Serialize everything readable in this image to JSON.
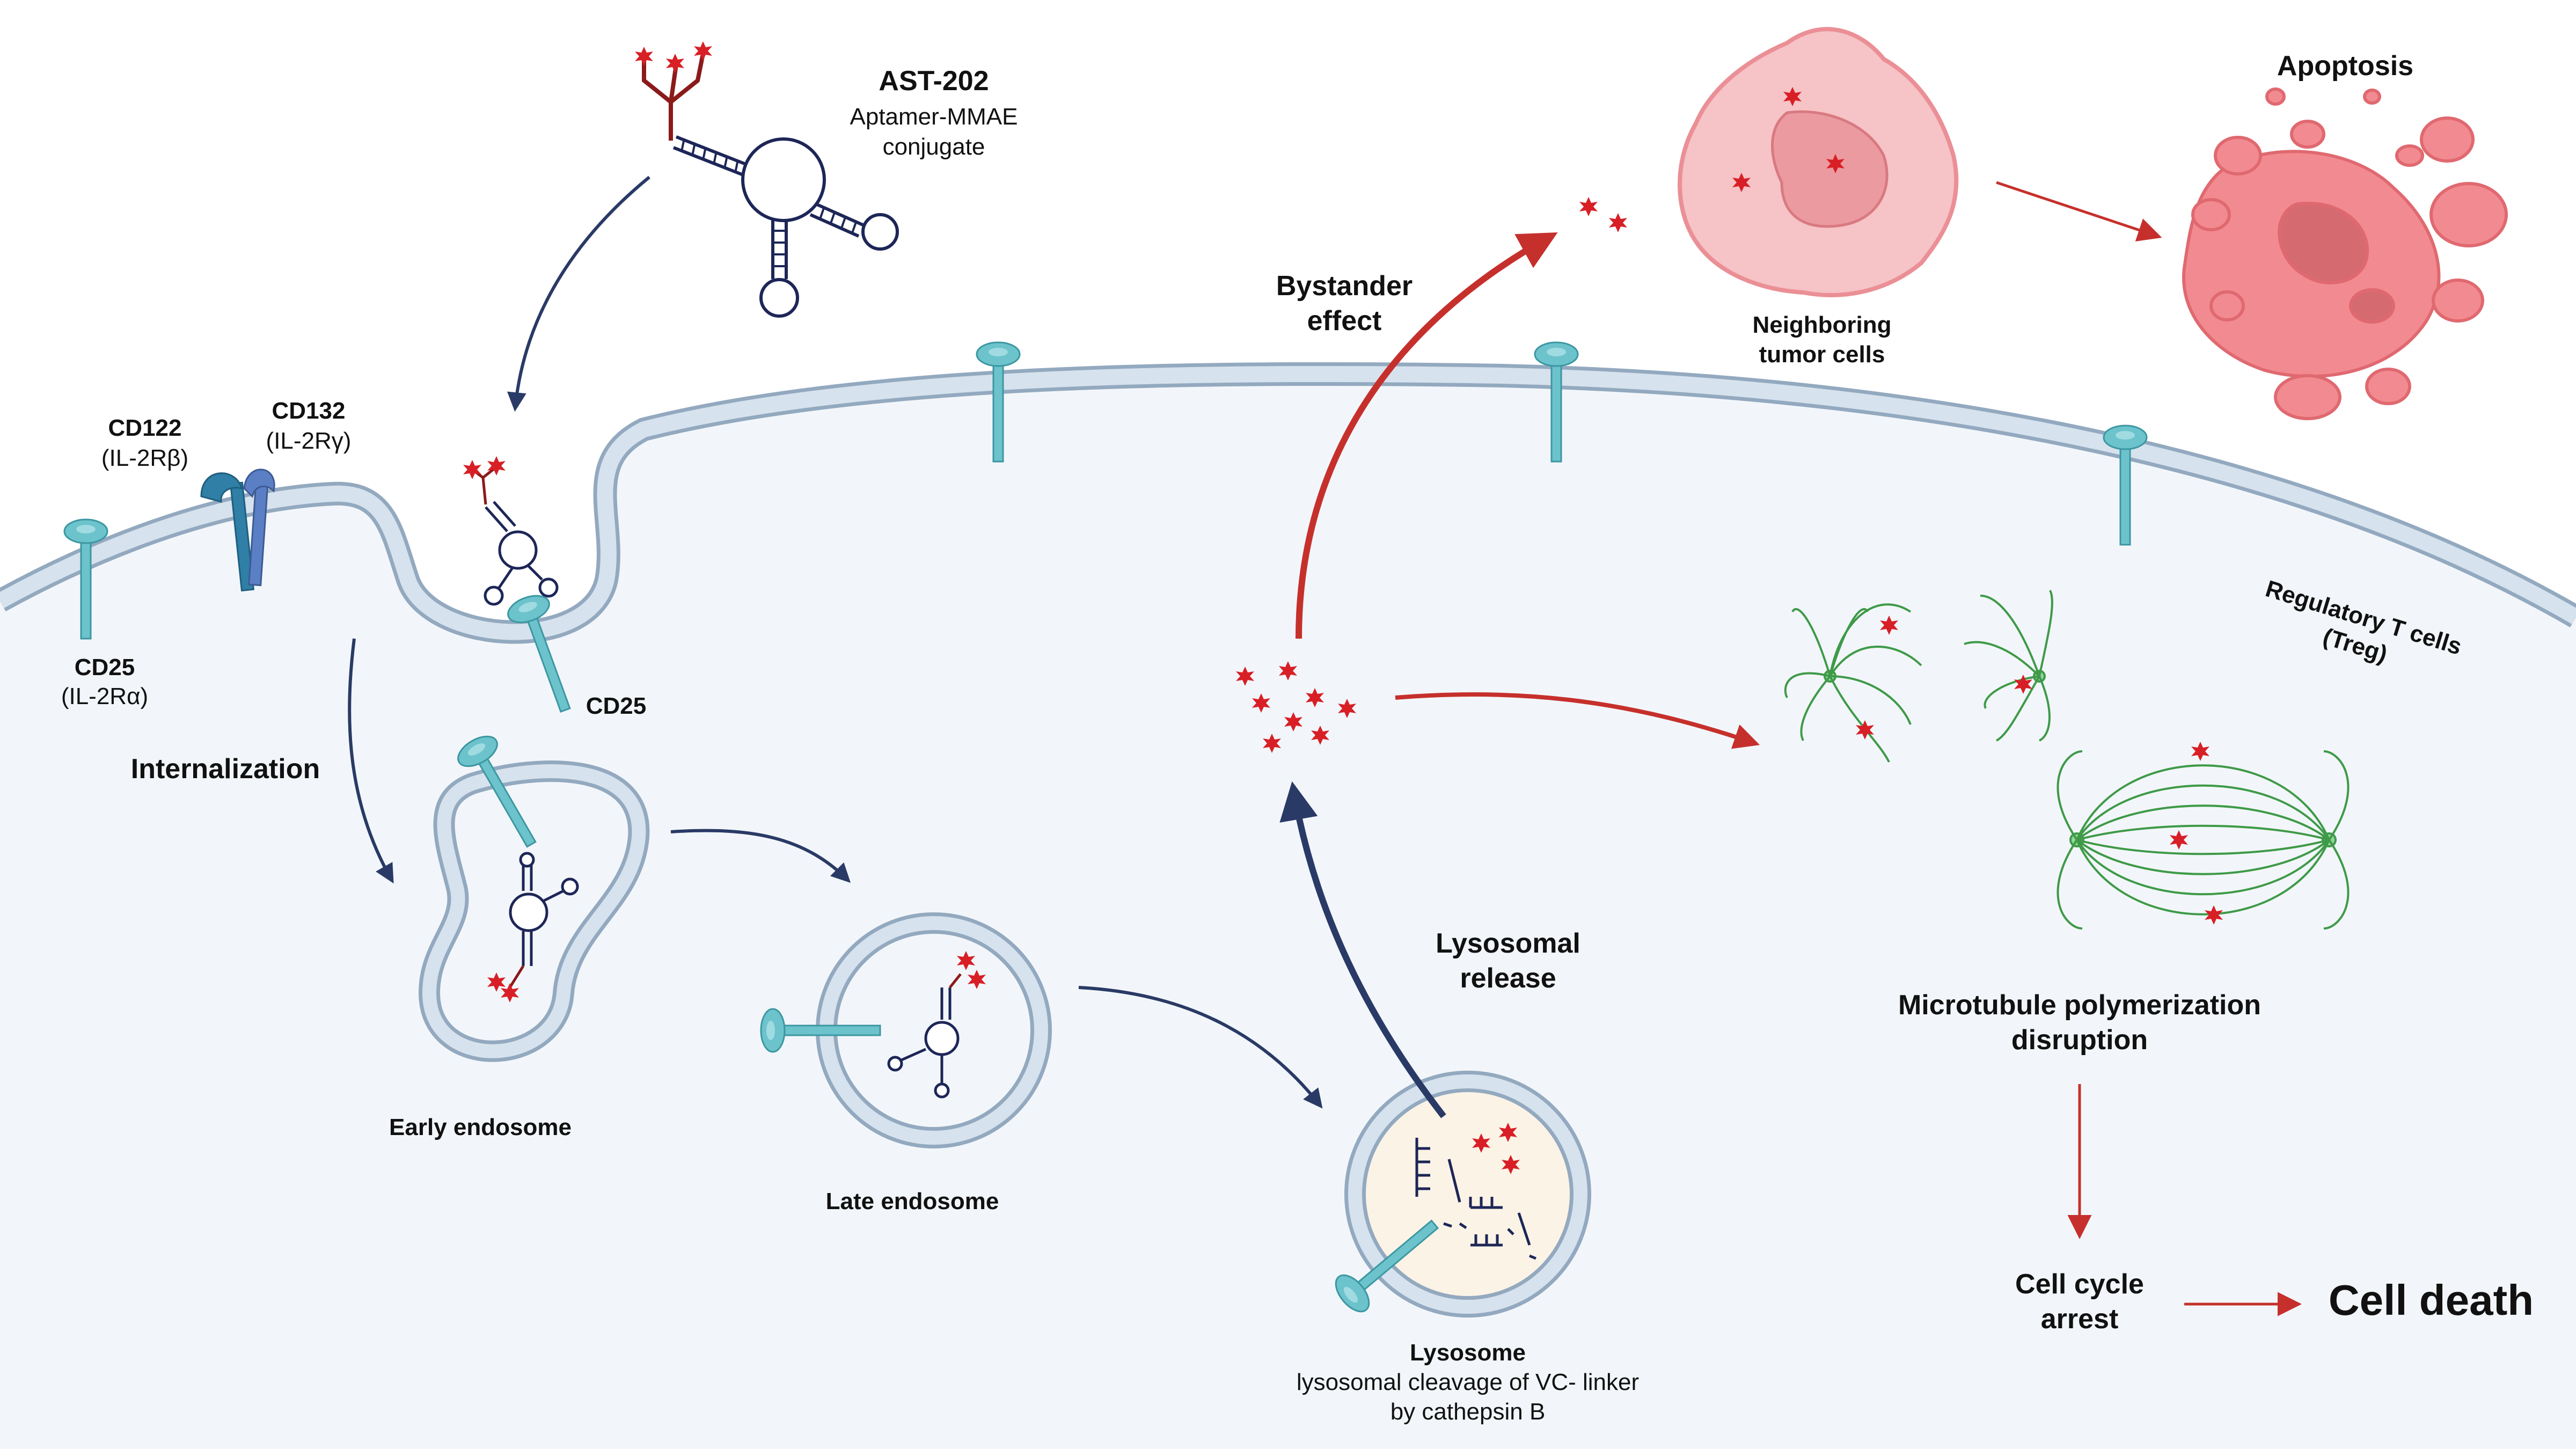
{
  "drug": {
    "name": "AST-202",
    "subtitle_line1": "Aptamer-MMAE",
    "subtitle_line2": "conjugate"
  },
  "receptors": {
    "cd122_name": "CD122",
    "cd122_sub": "(IL-2Rβ)",
    "cd132_name": "CD132",
    "cd132_sub": "(IL-2Rγ)",
    "cd25_name": "CD25",
    "cd25_sub": "(IL-2Rα)",
    "cd25_internal": "CD25"
  },
  "steps": {
    "internalization": "Internalization",
    "early_endosome": "Early endosome",
    "late_endosome": "Late endosome",
    "lysosome_title": "Lysosome",
    "lysosome_line1": "lysosomal cleavage of VC- linker",
    "lysosome_line2": "by cathepsin B",
    "lysosomal_release_line1": "Lysosomal",
    "lysosomal_release_line2": "release",
    "bystander_line1": "Bystander",
    "bystander_line2": "effect",
    "neighboring_line1": "Neighboring",
    "neighboring_line2": "tumor cells",
    "apoptosis": "Apoptosis",
    "treg_line1": "Regulatory T cells",
    "treg_line2": "(Treg)",
    "microtubule_line1": "Microtubule polymerization",
    "microtubule_line2": "disruption",
    "cell_cycle_line1": "Cell cycle",
    "cell_cycle_line2": "arrest",
    "cell_death": "Cell death"
  },
  "colors": {
    "membrane": "#c9d6e3",
    "cell_interior": "#f2f6fa",
    "receptor_cd25": "#6cc3cc",
    "receptor_cd122": "#2f7fa6",
    "receptor_cd132": "#5b7fc4",
    "aptamer": "#1d2657",
    "mmae": "#d81f26",
    "arrow_dark": "#2a3a66",
    "arrow_red": "#c6302c",
    "tumor_cell": "#f4a8ad",
    "spindle": "#3f9a48",
    "lysosome_fill": "#fbf3e6"
  }
}
